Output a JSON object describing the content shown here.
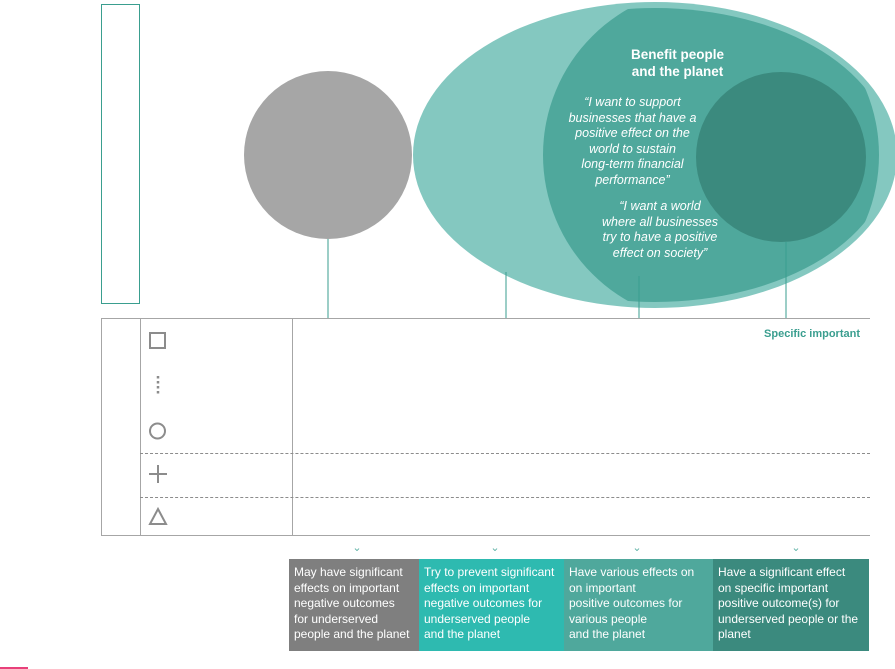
{
  "colors": {
    "gray_circle": "#a6a6a6",
    "outer_ellipse": "#84c8c0",
    "mid_circle": "#4fa89c",
    "inner_circle": "#3b8a7e",
    "card_gray": "#7f7f7f",
    "card_teal_bright": "#2ebab0",
    "card_teal": "#4fa89c",
    "card_teal_dark": "#3b8a7e",
    "accent_pink": "#e8407a"
  },
  "diagram": {
    "benefit_title": "Benefit people\nand the planet",
    "quote_1": "“I want to support\nbusinesses that have a\npositive effect on the\nworld to sustain\nlong-term financial\nperformance”",
    "quote_2": "“I want a world\nwhere all businesses\ntry to have a positive\neffect on society”",
    "specific_label": "Specific important"
  },
  "row_icons": [
    "square-icon",
    "dotted-line-icon",
    "circle-icon",
    "plus-icon",
    "triangle-icon"
  ],
  "cards": [
    {
      "text": "May have significant\neffects on important\nnegative outcomes\nfor underserved\npeople and the planet"
    },
    {
      "text": "Try to prevent significant\neffects on important\nnegative outcomes for\nunderserved people\nand the planet"
    },
    {
      "text": "Have various effects on\non important\npositive outcomes for\nvarious people\nand the planet"
    },
    {
      "text": "Have a significant effect\non specific important\npositive outcome(s) for\nunderserved people or the\nplanet"
    }
  ]
}
